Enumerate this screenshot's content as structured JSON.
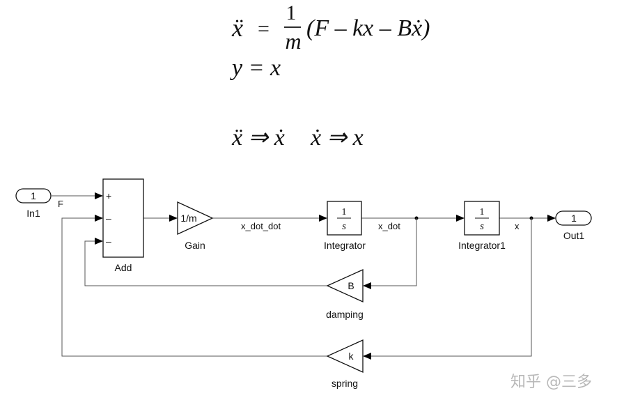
{
  "equations": {
    "line1_lhs": "ẍ",
    "line1_eq": "=",
    "line1_num": "1",
    "line1_den": "m",
    "line1_rhs": "(F – kx – Bẋ)",
    "line2": "y = x",
    "line3a": "ẍ ⇒ ẋ",
    "line3b": "ẋ ⇒ x"
  },
  "blocks": {
    "in1": {
      "port": "1",
      "name": "In1"
    },
    "add": {
      "name": "Add",
      "signs": [
        "+",
        "–",
        "–"
      ]
    },
    "gain": {
      "value": "1/m",
      "name": "Gain"
    },
    "integrator": {
      "num": "1",
      "den": "s",
      "name": "Integrator"
    },
    "integrator1": {
      "num": "1",
      "den": "s",
      "name": "Integrator1"
    },
    "out1": {
      "port": "1",
      "name": "Out1"
    },
    "damping": {
      "value": "B",
      "name": "damping"
    },
    "spring": {
      "value": "k",
      "name": "spring"
    }
  },
  "signals": {
    "f": "F",
    "x_dot_dot": "x_dot_dot",
    "x_dot": "x_dot",
    "x": "x"
  },
  "watermark": "知乎 @三多"
}
